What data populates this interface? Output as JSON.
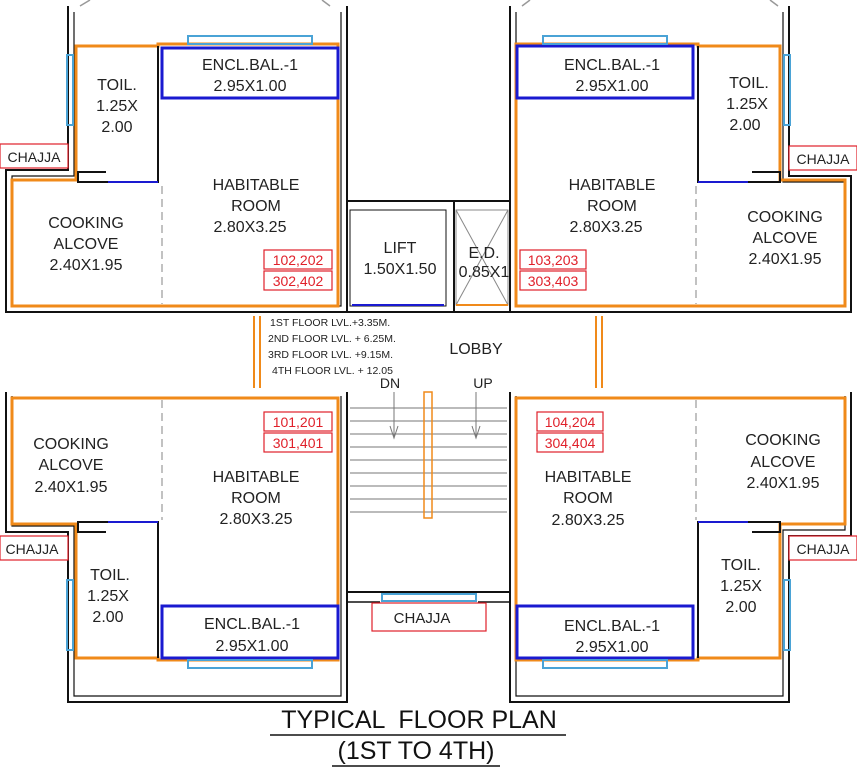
{
  "plan": {
    "title_line1": "TYPICAL  FLOOR PLAN",
    "title_line2": "(1ST TO 4TH)",
    "colors": {
      "wall": "#111111",
      "orange": "#f08a1a",
      "blue": "#1a1ad0",
      "red": "#e0202a",
      "window": "#4aa3d6",
      "dash": "#999999"
    },
    "units": [
      {
        "id": "unit-top-left",
        "toilet": {
          "name": "TOIL.",
          "size1": "1.25X",
          "size2": "2.00"
        },
        "balcony": {
          "name": "ENCL.BAL.-1",
          "size": "2.95X1.00"
        },
        "habitable": {
          "name1": "HABITABLE",
          "name2": "ROOM",
          "size": "2.80X3.25"
        },
        "cooking": {
          "name1": "COOKING",
          "name2": "ALCOVE",
          "size": "2.40X1.95"
        },
        "chajja": "CHAJJA",
        "flat_numbers": [
          "102,202",
          "302,402"
        ]
      },
      {
        "id": "unit-top-right",
        "toilet": {
          "name": "TOIL.",
          "size1": "1.25X",
          "size2": "2.00"
        },
        "balcony": {
          "name": "ENCL.BAL.-1",
          "size": "2.95X1.00"
        },
        "habitable": {
          "name1": "HABITABLE",
          "name2": "ROOM",
          "size": "2.80X3.25"
        },
        "cooking": {
          "name1": "COOKING",
          "name2": "ALCOVE",
          "size": "2.40X1.95"
        },
        "chajja": "CHAJJA",
        "flat_numbers": [
          "103,203",
          "303,403"
        ]
      },
      {
        "id": "unit-bottom-left",
        "toilet": {
          "name": "TOIL.",
          "size1": "1.25X",
          "size2": "2.00"
        },
        "balcony": {
          "name": "ENCL.BAL.-1",
          "size": "2.95X1.00"
        },
        "habitable": {
          "name1": "HABITABLE",
          "name2": "ROOM",
          "size": "2.80X3.25"
        },
        "cooking": {
          "name1": "COOKING",
          "name2": "ALCOVE",
          "size": "2.40X1.95"
        },
        "chajja": "CHAJJA",
        "flat_numbers": [
          "101,201",
          "301,401"
        ]
      },
      {
        "id": "unit-bottom-right",
        "toilet": {
          "name": "TOIL.",
          "size1": "1.25X",
          "size2": "2.00"
        },
        "balcony": {
          "name": "ENCL.BAL.-1",
          "size": "2.95X1.00"
        },
        "habitable": {
          "name1": "HABITABLE",
          "name2": "ROOM",
          "size": "2.80X3.25"
        },
        "cooking": {
          "name1": "COOKING",
          "name2": "ALCOVE",
          "size": "2.40X1.95"
        },
        "chajja": "CHAJJA",
        "flat_numbers": [
          "104,204",
          "304,404"
        ]
      }
    ],
    "core": {
      "lift_name": "LIFT",
      "lift_size": "1.50X1.50",
      "duct_name": "E.D.",
      "duct_size": "0.85X1",
      "lobby": "LOBBY",
      "stair_down": "DN",
      "stair_up": "UP",
      "chajja": "CHAJJA",
      "floor_levels": [
        "1ST  FLOOR LVL.+3.35M.",
        "2ND FLOOR  LVL. + 6.25M.",
        "3RD FLOOR  LVL. +9.15M.",
        "4TH FLOOR LVL. + 12.05"
      ]
    }
  }
}
